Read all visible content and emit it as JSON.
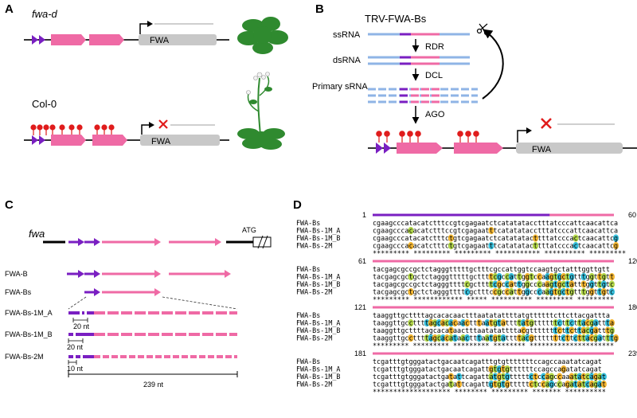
{
  "panels": {
    "a": "A",
    "b": "B",
    "c": "C",
    "d": "D"
  },
  "panel_a": {
    "top_label": "fwa-d",
    "bottom_label": "Col-0",
    "gene": "FWA"
  },
  "panel_b": {
    "title": "TRV-FWA-Bs",
    "ssrna": "ssRNA",
    "dsrna": "dsRNA",
    "primary": "Primary sRNA",
    "rdr": "RDR",
    "dcl": "DCL",
    "ago": "AGO",
    "gene": "FWA"
  },
  "panel_c": {
    "fwa_label": "fwa",
    "atg": "ATG",
    "constructs": [
      "FWA-B",
      "FWA-Bs",
      "FWA-Bs-1M_A",
      "FWA-Bs-1M_B",
      "FWA-Bs-2M"
    ],
    "scale_1m_a": "20 nt",
    "scale_1m_b": "20 nt",
    "scale_2m": "10 nt",
    "total_length": "239 nt"
  },
  "panel_d": {
    "names": [
      "FWA-Bs",
      "FWA-Bs-1M_A",
      "FWA-Bs-1M_B",
      "FWA-Bs-2M"
    ],
    "blocks": [
      {
        "start": "1",
        "end": "60",
        "seqs": [
          "cgaagcccatacatctttccgtcgagaatctcatatatacctttatcccattcaacattca",
          "cgaagcccacacatctttccgtcgagaatttcatatatacctttatcccattcaacattca",
          "cgaagcccatacatctttctgtcgagaatctcatatatacttttatcccactcaacattcg",
          "cgaagcccacacatctttctgtcgagaatttcatatatacttttatcccactcaacattcg"
        ],
        "cons": "********* ********* ********* *********** ********** ********* "
      },
      {
        "start": "61",
        "end": "120",
        "seqs": [
          "tacgagcgccgctctagggtttttgctttcgccattggtccaagtgctatttggttgtt",
          "tacgagcgctgctctagggtttttgcttttcgccattggtccaagtgctgtttggttgtt",
          "tacgagcgccgctctagggttttcgcttttcgccattggcccaagtgctatttggttgtc",
          "tacgagcgctgctctagggttttcgctttccgccattggcccaagtgctgtttggttgtc"
        ],
        "cons": "********* ************ ***** ********** ********* ********* "
      },
      {
        "start": "121",
        "end": "180",
        "seqs": [
          "taaggttgcttttagcacacaactttaatatattttatgttttttcttcttacgattta",
          "taaggttgccttttagcacacaactttaatgtattttatgttttttcttcttacgattta",
          "taaggttgcttttagcacataactttaatatattttacgtttttttcttcttacgatttg",
          "taaggttgccttttagcacataactttaatgtattttacgtttttttcttcttacgatttg"
        ],
        "cons": "********* ********* ********* ******** *********************"
      },
      {
        "start": "181",
        "end": "239",
        "seqs": [
          "tcgatttgtgggatactgacaatcagatttgtgtttttttccagccaaatatcagat",
          "tcgatttgtgggatactgacaatcagattgtgtgttttttccagccagatatcagat",
          "tcgatttgtgggatactgatattcagattatgtgtttttctccagccaaatatcagat",
          "tcgatttgtgggatactgatattcagattgtgtgtttttctccagccagatatcagat"
        ],
        "cons": "******************* ******** ********* ******* ********** "
      }
    ]
  },
  "colors": {
    "pink": "#ef6aa5",
    "purple": "#7a1fc2",
    "gray": "#c8c8c8",
    "red": "#e01c1c",
    "green": "#2f8a2f",
    "rna_blue": "#8fb4e6",
    "highlight_orange": "#f5b731",
    "highlight_green": "#b4d94a",
    "highlight_cyan": "#36c0dd"
  }
}
